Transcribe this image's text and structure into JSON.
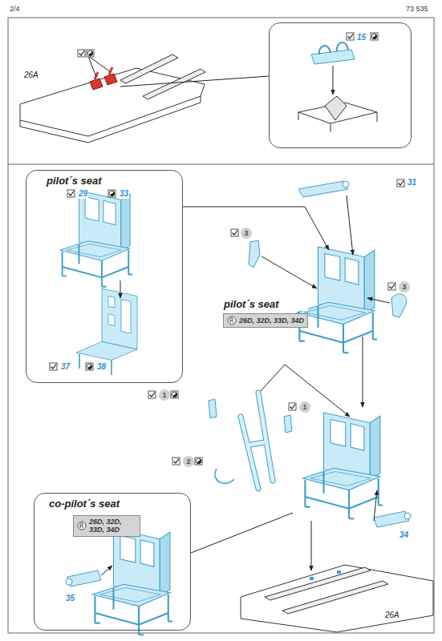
{
  "diagram": {
    "nodes": [
      {
        "text": [
          "15"
        ]
      },
      {
        "text": [
          "pilot´s seat",
          "29",
          "33",
          "37",
          "38"
        ]
      },
      {
        "text": [
          "pilot´s seat",
          "26D, 32D, 33D, 34D"
        ]
      },
      {
        "text": [
          "co-pilot´s seat",
          "35"
        ]
      },
      {
        "text": [
          "26D, 32D, 33D, 34D"
        ],
        "in": 3
      }
    ],
    "labels": [
      "2/4",
      "73 535",
      "26A",
      "31",
      "3",
      "3",
      "1",
      "1",
      "2",
      "34",
      "26A"
    ]
  }
}
